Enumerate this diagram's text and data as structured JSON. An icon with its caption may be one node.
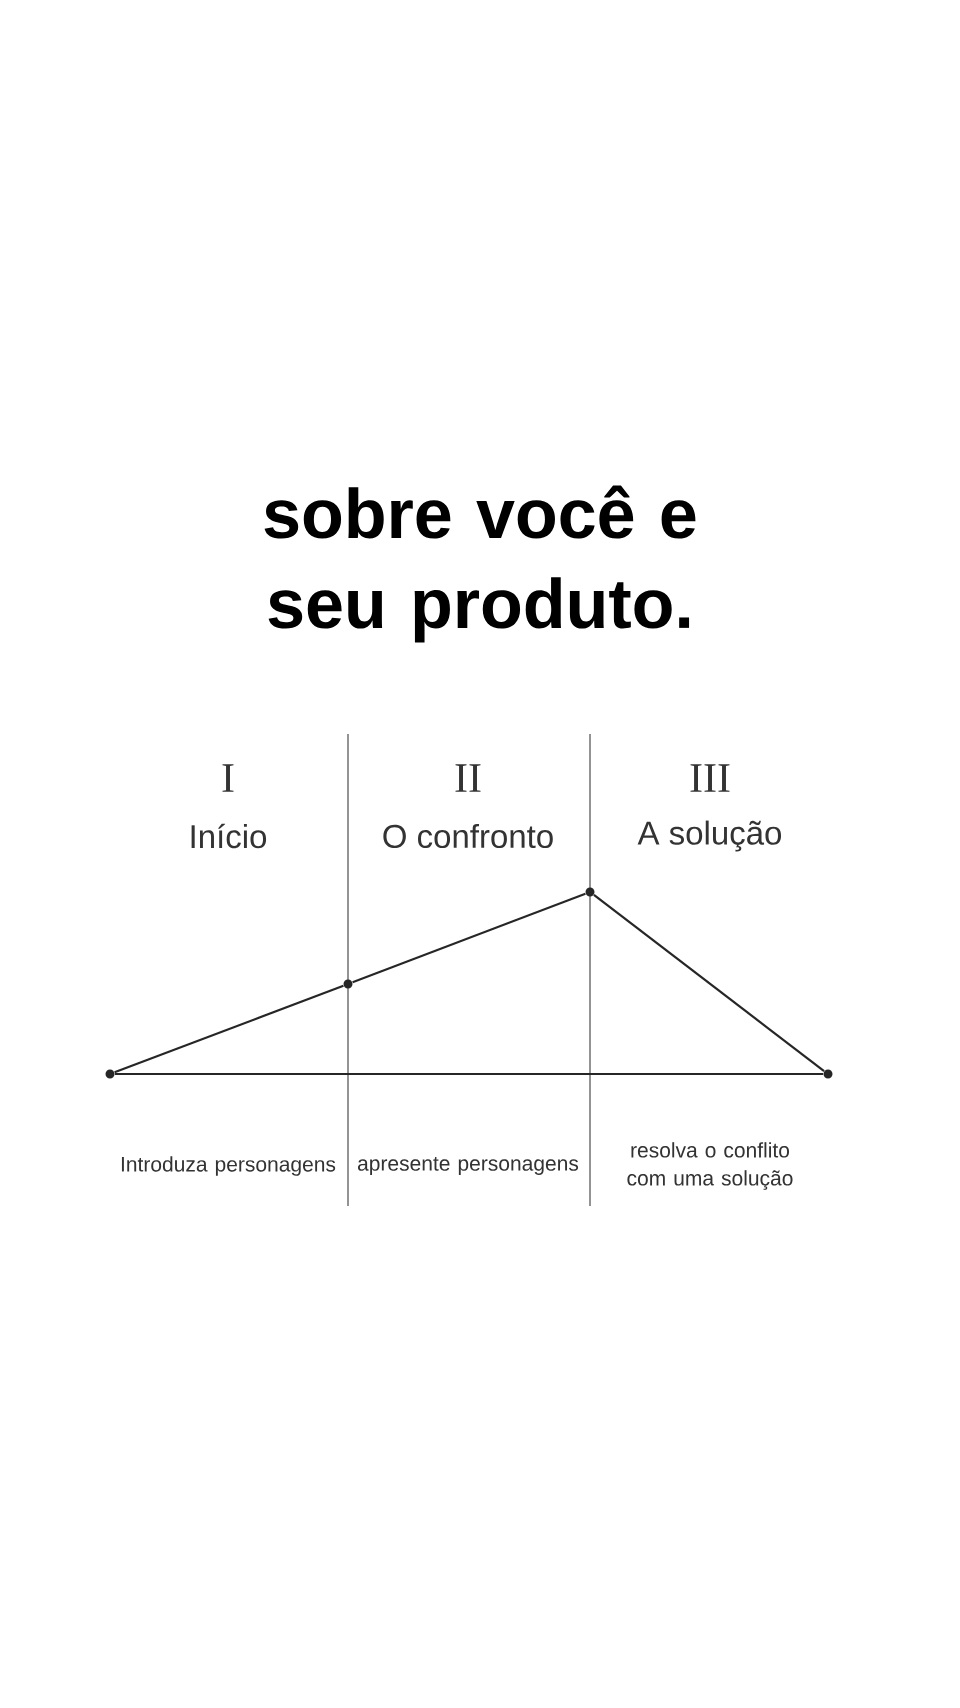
{
  "diagram": {
    "title": "sobre você e seu produto.",
    "nodes": [
      {
        "text": [],
        "shape": "circle"
      },
      {
        "text": [],
        "shape": "circle"
      },
      {
        "text": [],
        "shape": "circle"
      },
      {
        "text": [],
        "shape": "circle"
      }
    ],
    "edges": [
      {
        "from": 0,
        "to": 1,
        "arrow": "none"
      },
      {
        "from": 1,
        "to": 2,
        "arrow": "none"
      },
      {
        "from": 2,
        "to": 3,
        "arrow": "none"
      },
      {
        "from": 0,
        "to": 3,
        "arrow": "none"
      }
    ],
    "labels": [
      "I",
      "Início",
      "II",
      "O confronto",
      "III",
      "A solução",
      "Introduza personagens",
      "apresente personagens",
      "resolva o conflito com uma solução"
    ]
  }
}
